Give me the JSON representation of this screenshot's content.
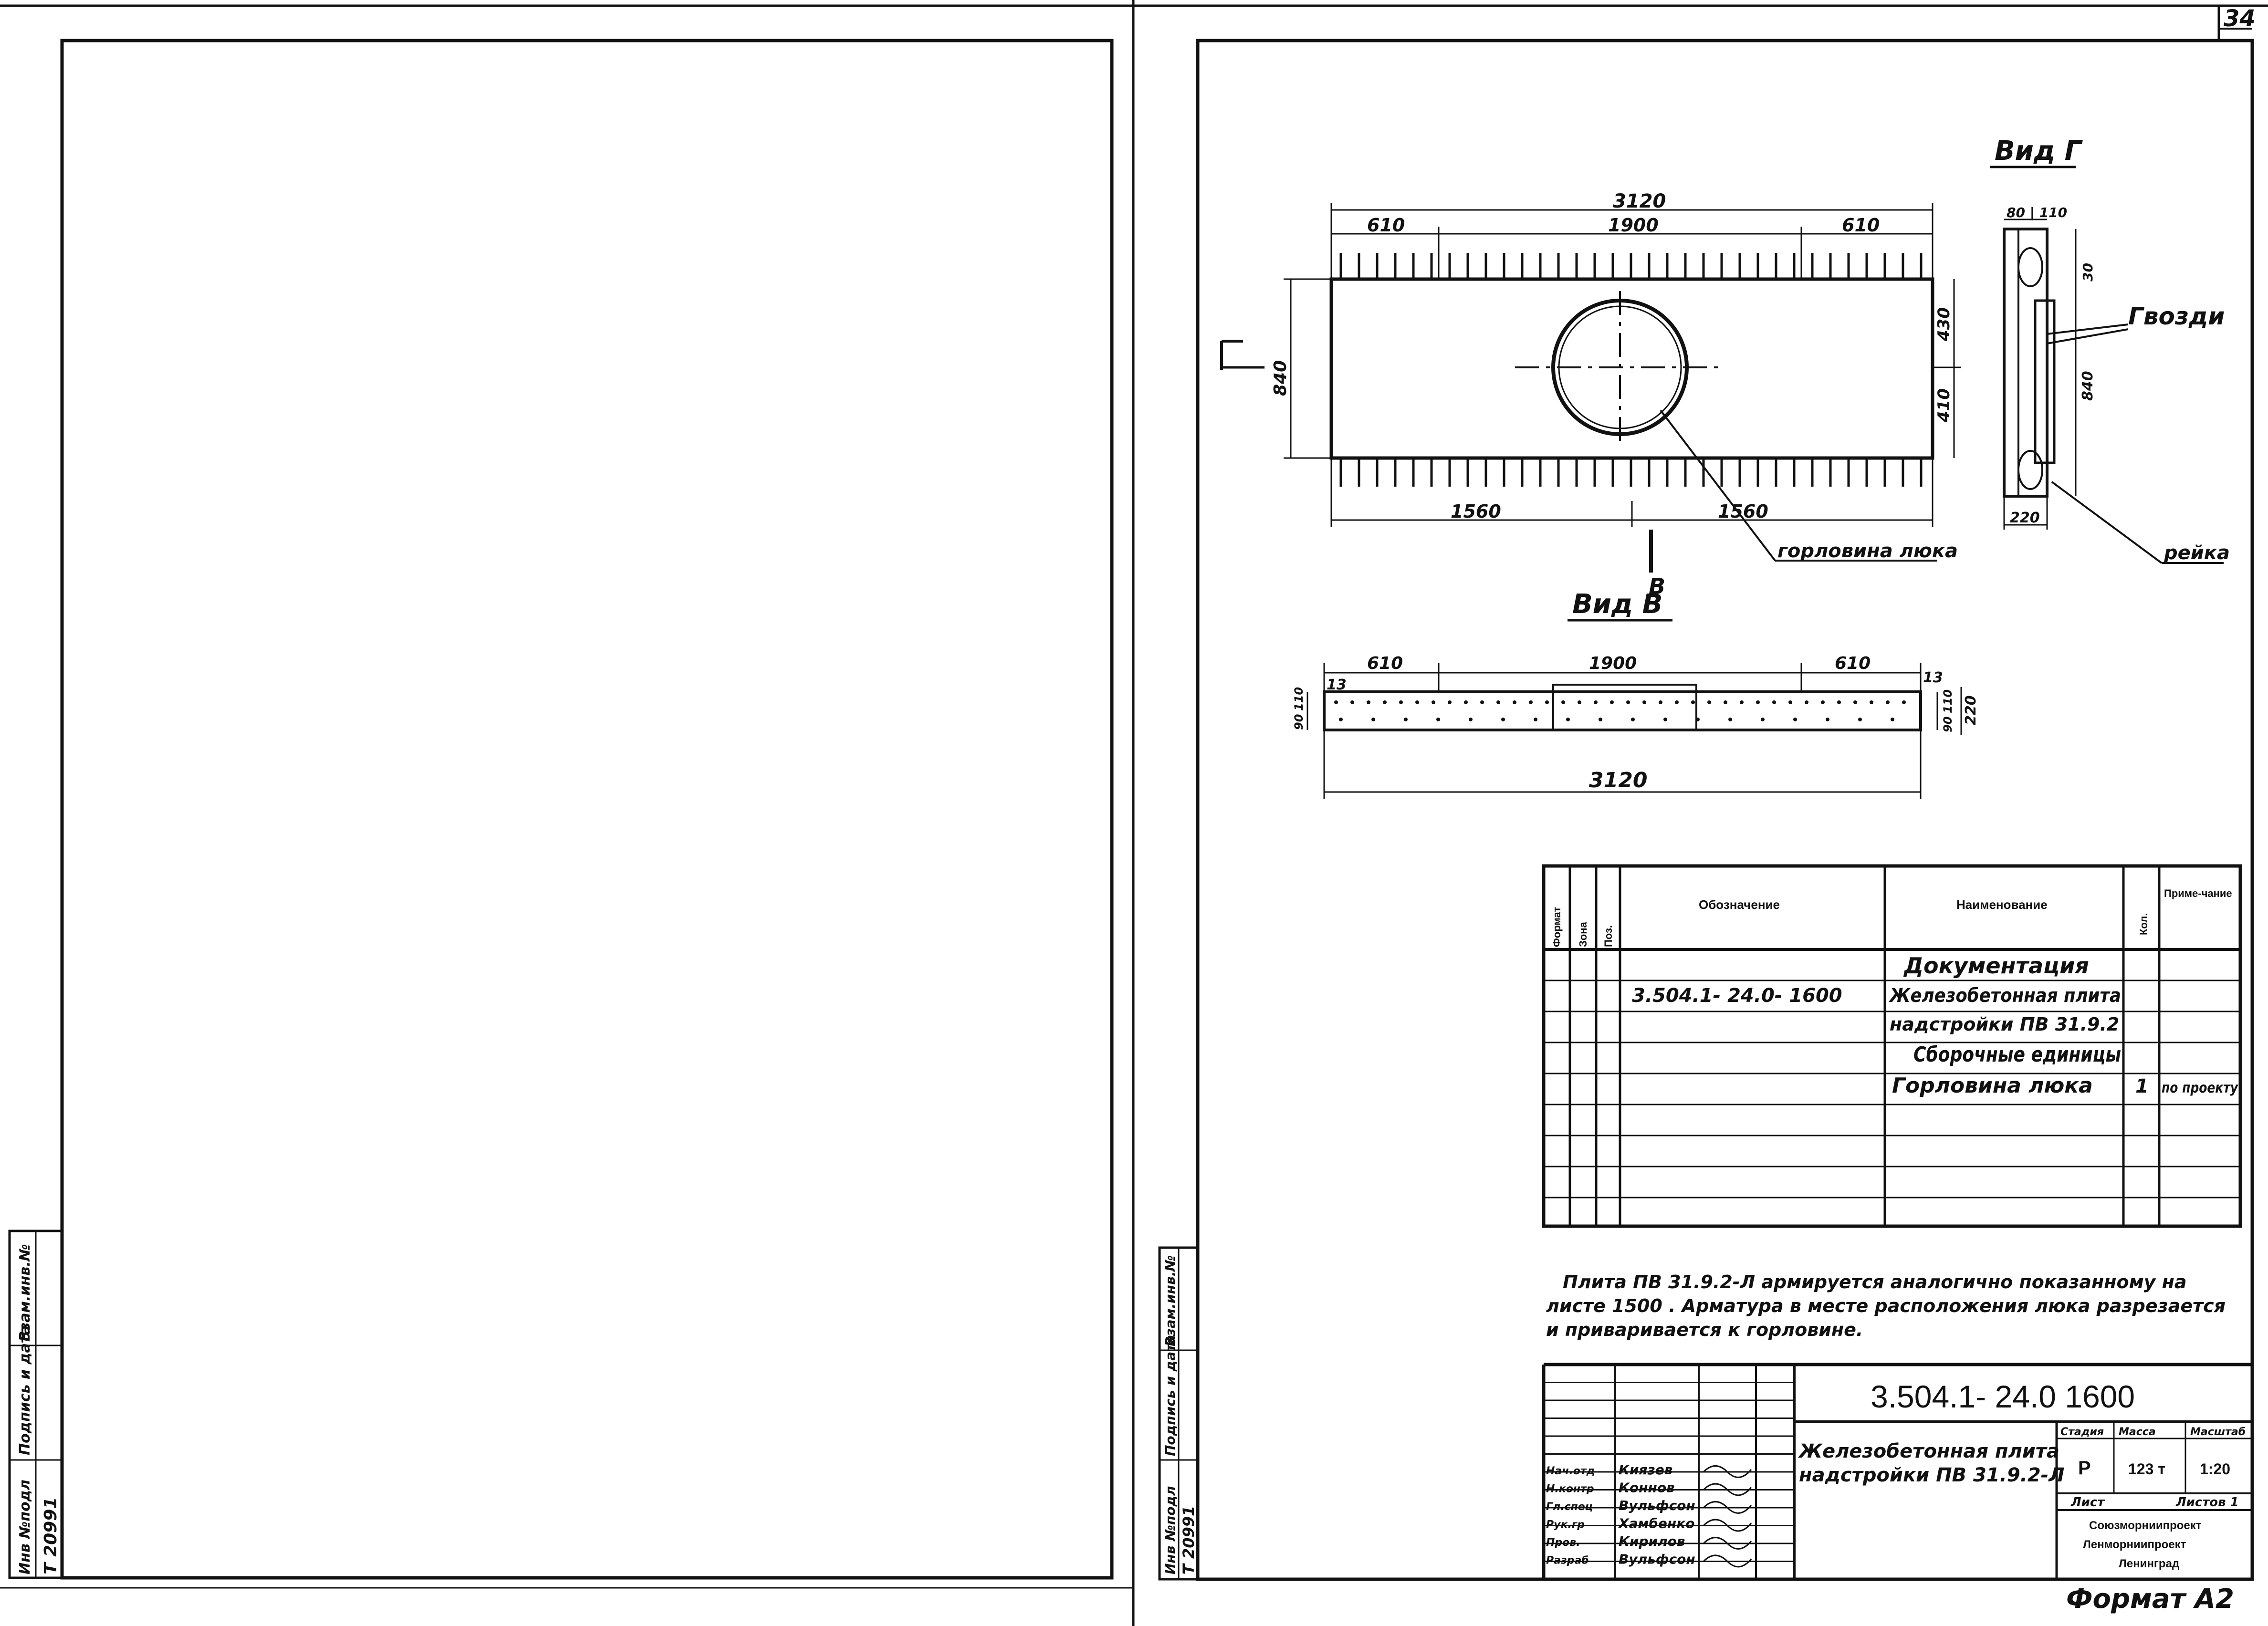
{
  "page": {
    "sheet_number": "34",
    "format_note": "Формат А2"
  },
  "left_sheet": {
    "stamp": {
      "inv_label": "Инв №подл",
      "inv_value": "Т 20991",
      "sign_label": "Подпись и дата",
      "vzam_label": "Взам.инв.№"
    }
  },
  "right_sheet": {
    "stamp": {
      "inv_label": "Инв №подл",
      "inv_value": "Т 20991",
      "sign_label": "Подпись и дата",
      "vzam_label": "Взам.инв.№"
    },
    "view_g": {
      "title": "Вид Г",
      "marker": "Г",
      "dim_total": "3120",
      "dim_left": "610",
      "dim_mid": "1900",
      "dim_right": "610",
      "dim_height": "840",
      "dim_upper": "430",
      "dim_lower": "410",
      "dim_bottom_left": "1560",
      "dim_bottom_right": "1560",
      "section_arrow": "В",
      "label_hatch": "горловина люка"
    },
    "side_view": {
      "dim_top": "80 | 110",
      "dim_small": "30",
      "dim_mid": "840",
      "dim_bottom": "220",
      "label_nails": "Гвозди",
      "label_strip": "рейка"
    },
    "view_v": {
      "title": "Вид В",
      "dim_left": "610",
      "dim_mid": "1900",
      "dim_right": "610",
      "dim_total": "3120",
      "dim_side": "13",
      "dim_side_right": "13",
      "dim_height": "220",
      "dim_a": "90",
      "dim_b": "110",
      "dim_c": "90",
      "dim_d": "110"
    },
    "spec_table": {
      "headers": [
        "Формат",
        "Зона",
        "Поз.",
        "Обозначение",
        "Наименование",
        "Кол.",
        "Приме-чание"
      ],
      "rows": [
        {
          "designation": "",
          "name": "Документация",
          "qty": "",
          "note": ""
        },
        {
          "designation": "3.504.1- 24.0- 1600",
          "name": "Железобетонная плита",
          "qty": "",
          "note": ""
        },
        {
          "designation": "",
          "name": "надстройки ПВ 31.9.2",
          "qty": "",
          "note": ""
        },
        {
          "designation": "",
          "name": "Сборочные единицы",
          "qty": "",
          "note": ""
        },
        {
          "designation": "",
          "name": "Горловина люка",
          "qty": "1",
          "note": "по проекту"
        },
        {
          "designation": "",
          "name": "",
          "qty": "",
          "note": ""
        },
        {
          "designation": "",
          "name": "",
          "qty": "",
          "note": ""
        },
        {
          "designation": "",
          "name": "",
          "qty": "",
          "note": ""
        },
        {
          "designation": "",
          "name": "",
          "qty": "",
          "note": ""
        }
      ]
    },
    "note_lines": [
      "Плита  ПВ 31.9.2-Л   армируется аналогично показанному на",
      "листе 1500 .  Арматура в месте расположения люка разрезается",
      "и приваривается к горловине."
    ],
    "title_block": {
      "code": "3.504.1- 24.0 1600",
      "title_line1": "Железобетонная плита",
      "title_line2": "надстройки ПВ 31.9.2-Л",
      "stage_label": "Стадия",
      "mass_label": "Масса",
      "scale_label": "Масштаб",
      "stage_value": "Р",
      "mass_value": "123 т",
      "scale_value": "1:20",
      "sheet_label": "Лист",
      "sheets_label": "Листов 1",
      "org_line1": "Союзморниипроект",
      "org_line2": "Ленморниипроект",
      "org_line3": "Ленинград",
      "signatures": [
        {
          "role": "Нач.отд",
          "name": "Киязев"
        },
        {
          "role": "Н.контр",
          "name": "Коннов"
        },
        {
          "role": "Гл.спец",
          "name": "Вульфсон"
        },
        {
          "role": "Рук.гр",
          "name": "Хамбенко"
        },
        {
          "role": "Пров.",
          "name": "Кирилов"
        },
        {
          "role": "Разраб",
          "name": "Вульфсон"
        }
      ]
    }
  }
}
